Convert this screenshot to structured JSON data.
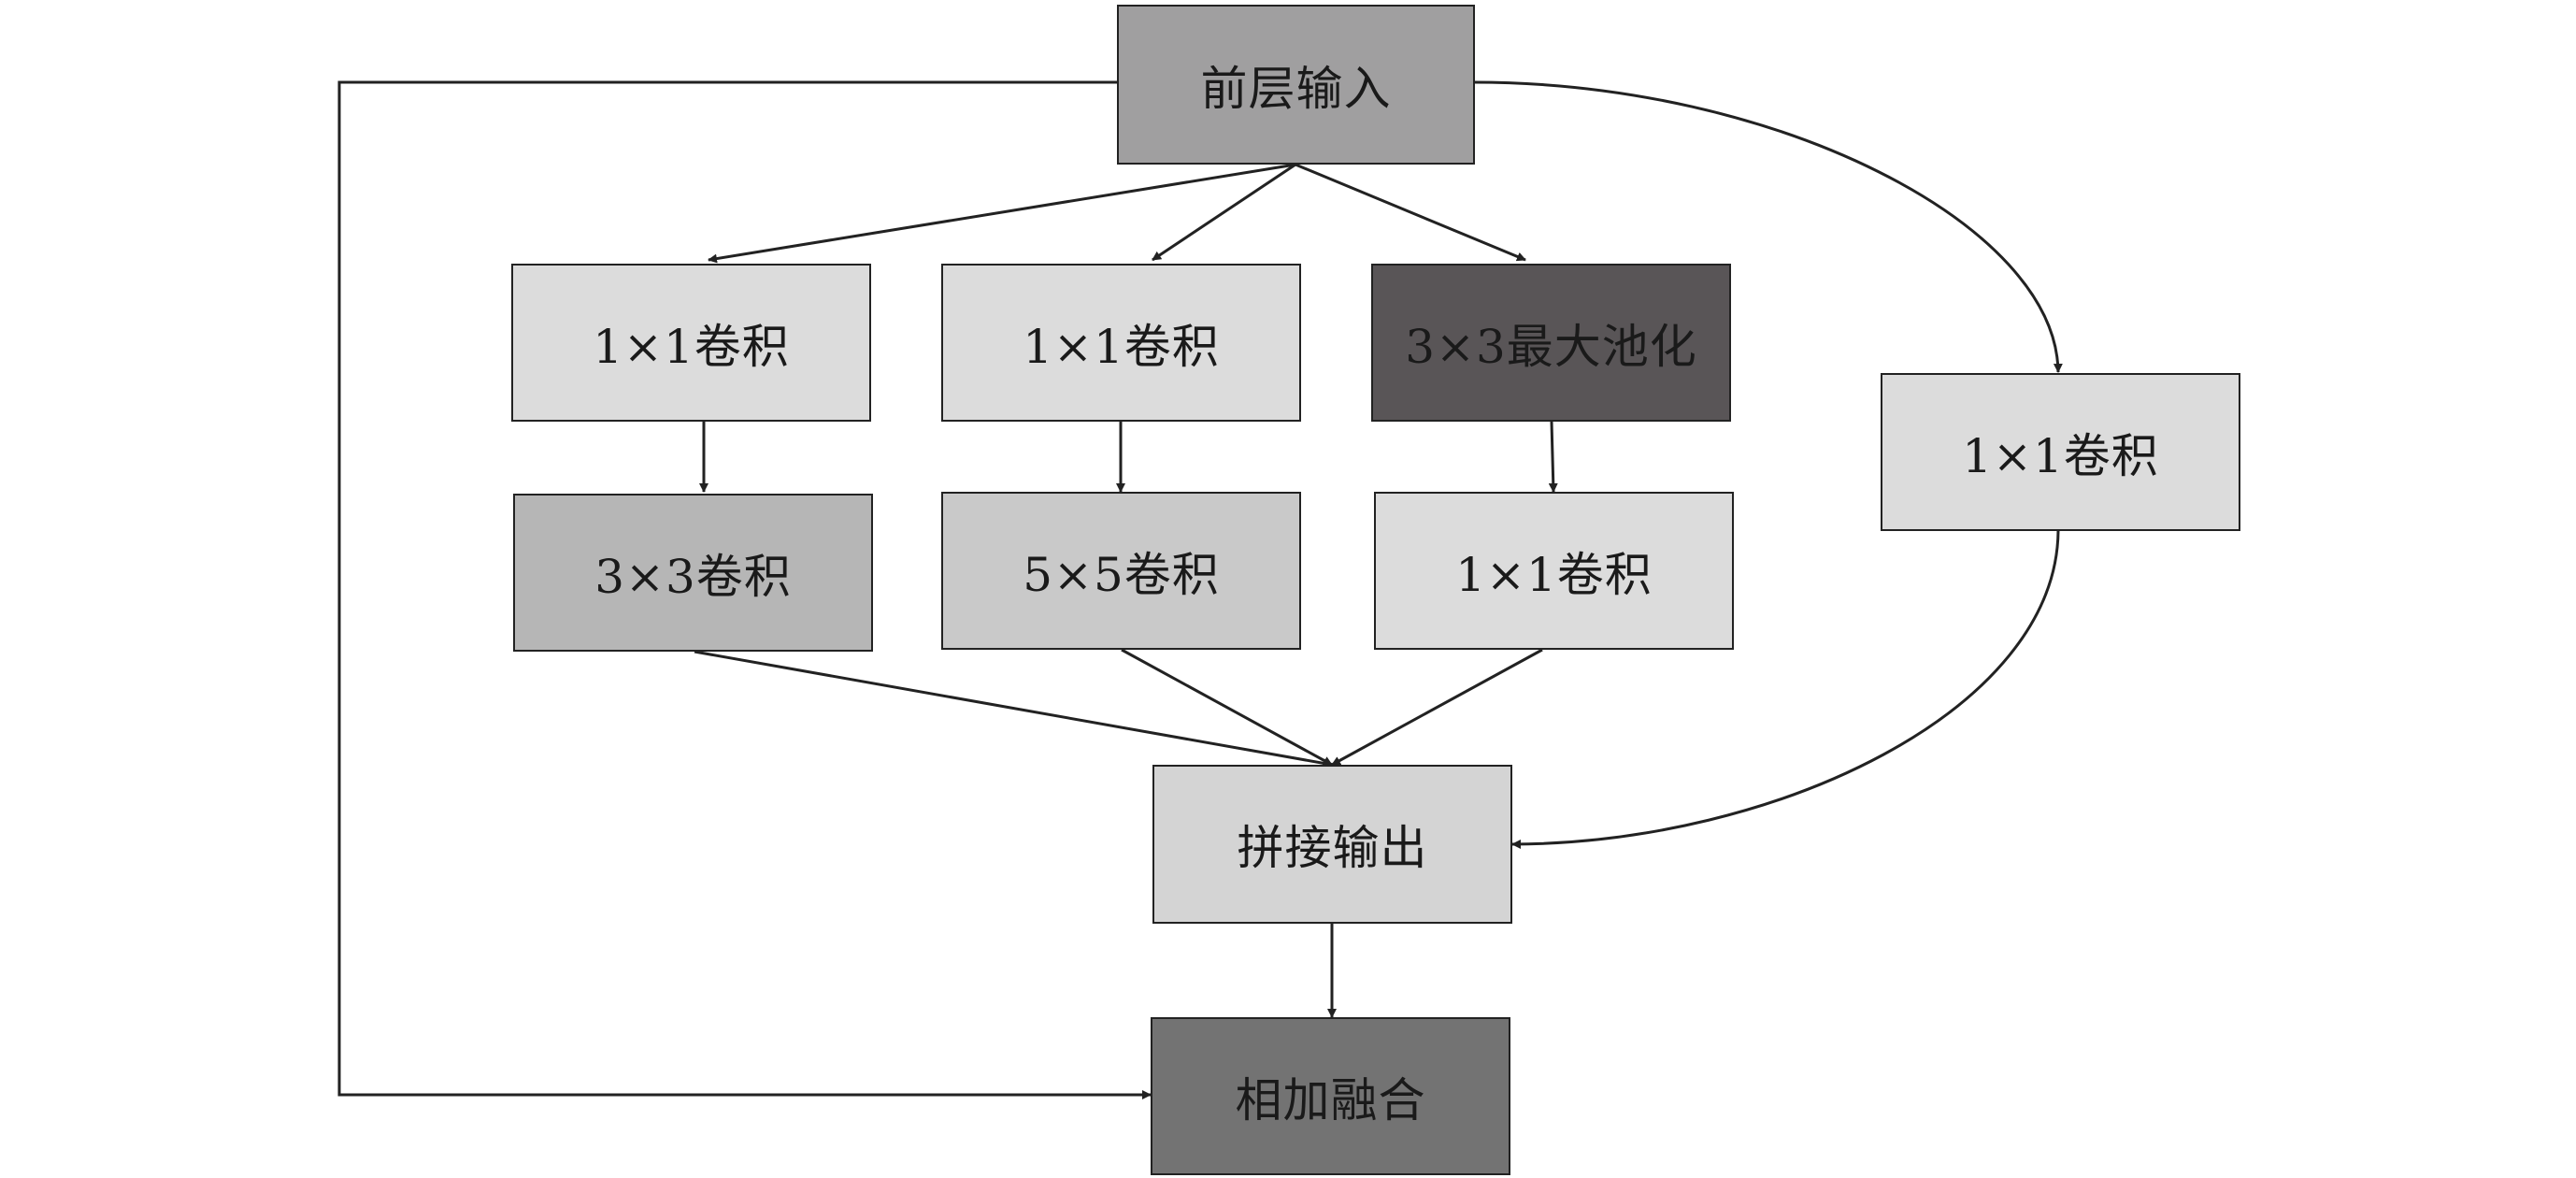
{
  "diagram": {
    "nodes": {
      "input": {
        "label": "前层输入",
        "fill": "#a09fa0"
      },
      "conv1x1_a": {
        "label": "1×1卷积",
        "fill": "#dcdcdc"
      },
      "conv1x1_b": {
        "label": "1×1卷积",
        "fill": "#dcdcdc"
      },
      "maxpool3x3": {
        "label": "3×3最大池化",
        "fill": "#595557"
      },
      "conv1x1_right": {
        "label": "1×1卷积",
        "fill": "#dcdcdc"
      },
      "conv3x3": {
        "label": "3×3卷积",
        "fill": "#b6b6b6"
      },
      "conv5x5": {
        "label": "5×5卷积",
        "fill": "#c9c9c9"
      },
      "conv1x1_c": {
        "label": "1×1卷积",
        "fill": "#dcdcdc"
      },
      "concat_output": {
        "label": "拼接输出",
        "fill": "#d4d4d4"
      },
      "add_fusion": {
        "label": "相加融合",
        "fill": "#737373"
      }
    },
    "line_color": "#222222"
  }
}
